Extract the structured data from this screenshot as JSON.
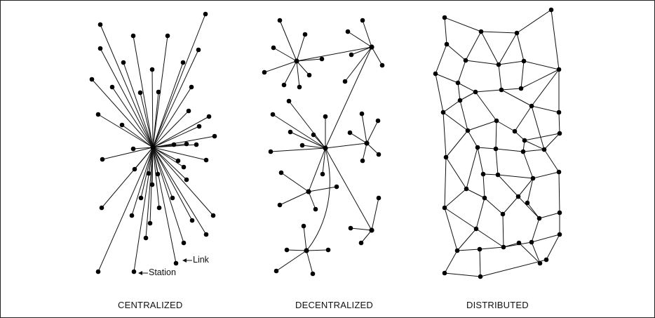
{
  "captions": {
    "centralized": "CENTRALIZED",
    "decentralized": "DECENTRALIZED",
    "distributed": "DISTRIBUTED"
  },
  "annotations": {
    "link": "Link",
    "station": "Station"
  },
  "colors": {
    "line": "#111111",
    "node": "#000000",
    "background": "#ffffff"
  },
  "icons": [
    "left-arrow-icon"
  ]
}
